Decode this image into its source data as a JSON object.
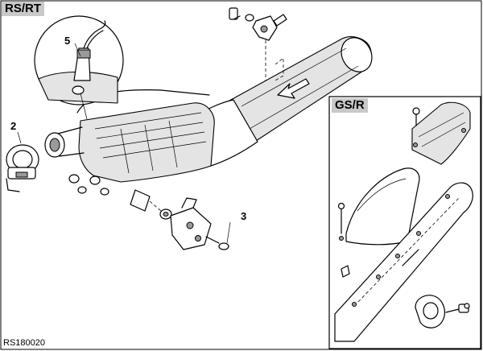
{
  "headers": {
    "main_variant": "RS/RT",
    "inset_variant": "GS/R"
  },
  "callouts": {
    "part_5": "5",
    "part_2": "2",
    "part_3": "3"
  },
  "reference_code": "RS180020"
}
